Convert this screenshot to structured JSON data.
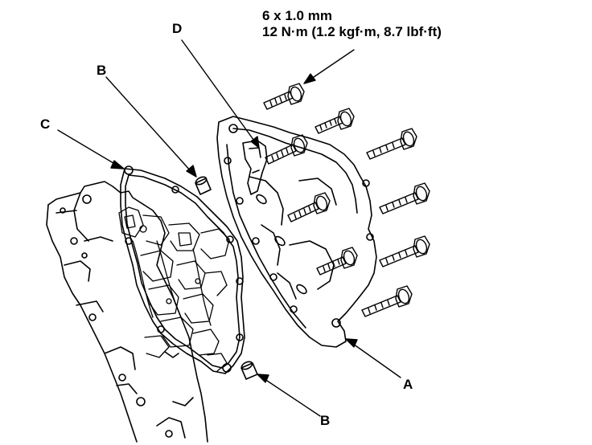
{
  "spec": {
    "size": "6 x 1.0 mm",
    "torque": "12 N·m (1.2 kgf·m, 8.7 lbf·ft)"
  },
  "labels": {
    "a": "A",
    "b_top": "B",
    "b_bottom": "B",
    "c": "C",
    "d": "D"
  },
  "colors": {
    "line": "#000000",
    "background": "#ffffff"
  }
}
